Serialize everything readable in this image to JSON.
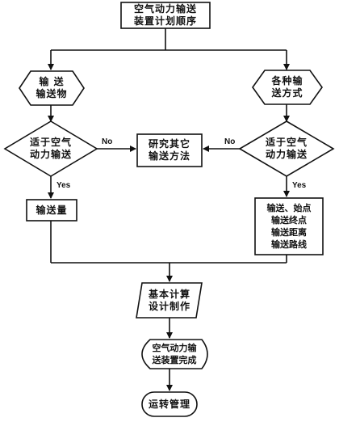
{
  "nodes": {
    "start": "空气动力输送\n装置计划顺序",
    "material": "输  送\n输送物",
    "methods": "各种输\n送方式",
    "decision_left": "适于空气\n动力输送",
    "research": "研究其它\n输送方法",
    "decision_right": "适于空气\n动力输送",
    "volume": "输送量",
    "route": "输送、始点\n输送终点\n输送距离\n输送路线",
    "design": "基本计算\n设计制作",
    "complete": "空气动力输\n送装置完成",
    "operation": "运转管理"
  },
  "edge_labels": {
    "no_left": "No",
    "no_right": "No",
    "yes_left": "Yes",
    "yes_right": "Yes"
  }
}
